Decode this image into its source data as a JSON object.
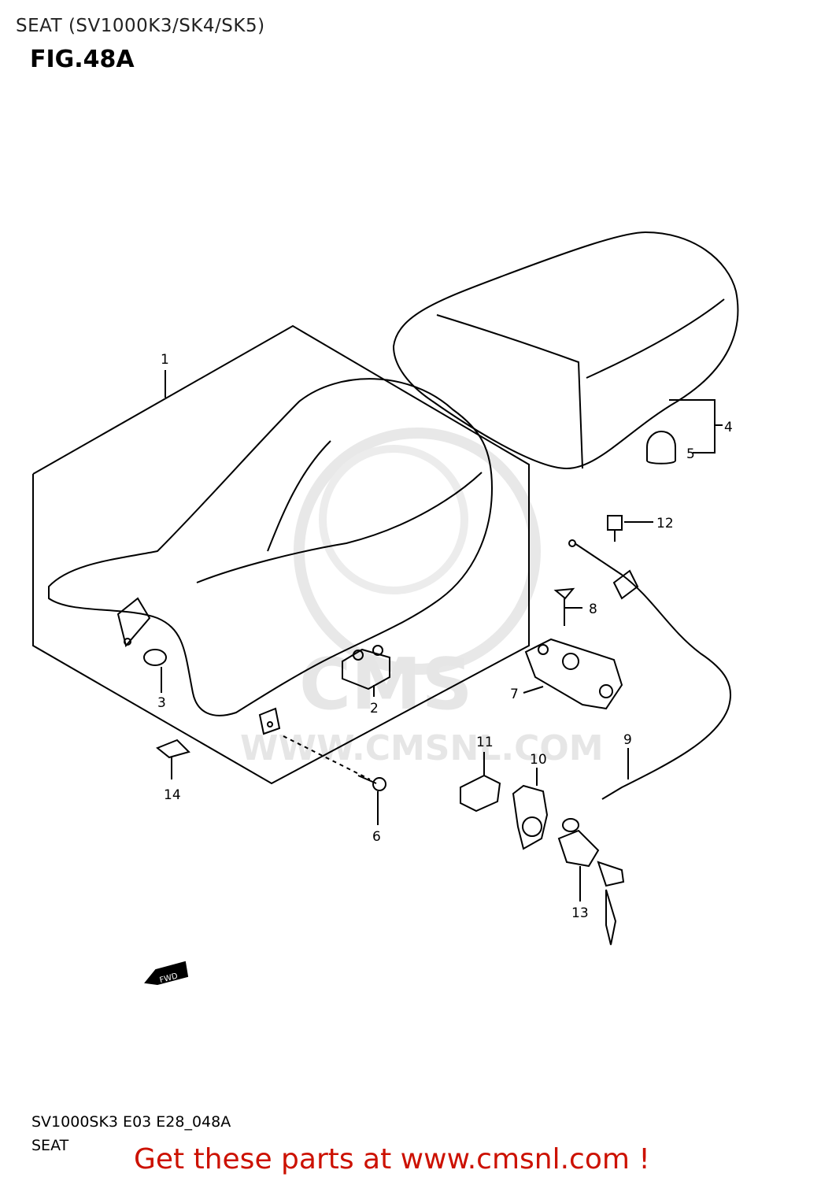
{
  "header": {
    "title": "SEAT (SV1000K3/SK4/SK5)"
  },
  "figure": {
    "label": "FIG.48A"
  },
  "watermark": {
    "brand": "CMS",
    "url": "WWW.CMSNL.COM"
  },
  "fwd_label": "FWD",
  "parts": {
    "p1": "1",
    "p2": "2",
    "p3": "3",
    "p4": "4",
    "p5": "5",
    "p6": "6",
    "p7": "7",
    "p8": "8",
    "p9": "9",
    "p10": "10",
    "p11": "11",
    "p12": "12",
    "p13": "13",
    "p14": "14"
  },
  "footer": {
    "code": "SV1000SK3 E03 E28_048A",
    "caption": "SEAT",
    "cta": "Get these parts at www.cmsnl.com !"
  },
  "colors": {
    "cta": "#cc1100",
    "line": "#000000",
    "watermark": "#e6e6e6"
  }
}
